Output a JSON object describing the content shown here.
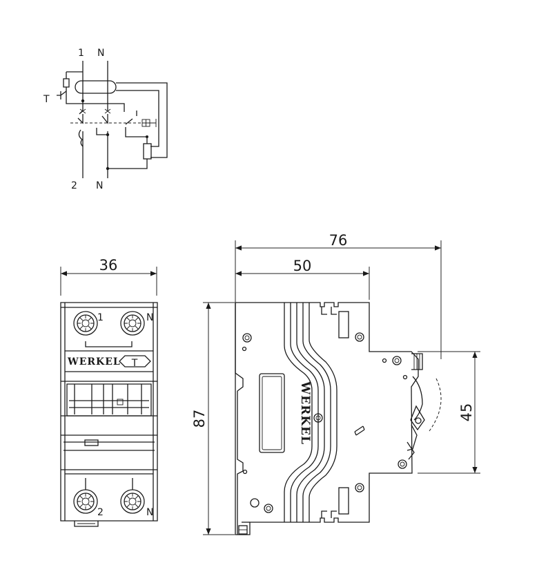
{
  "schematic": {
    "top_terminal_1": "1",
    "top_terminal_n": "N",
    "bottom_terminal_2": "2",
    "bottom_terminal_n": "N",
    "test_label": "T"
  },
  "front_view": {
    "brand": "WERKEL",
    "test_button": "T",
    "top_left_terminal": "1",
    "top_right_terminal": "N",
    "bottom_left_terminal": "2",
    "bottom_right_terminal": "N",
    "width_dimension": "36"
  },
  "side_view": {
    "brand": "WERKEL",
    "height_dimension": "87",
    "depth_total_dimension": "76",
    "depth_body_dimension": "50",
    "front_height_dimension": "45"
  }
}
